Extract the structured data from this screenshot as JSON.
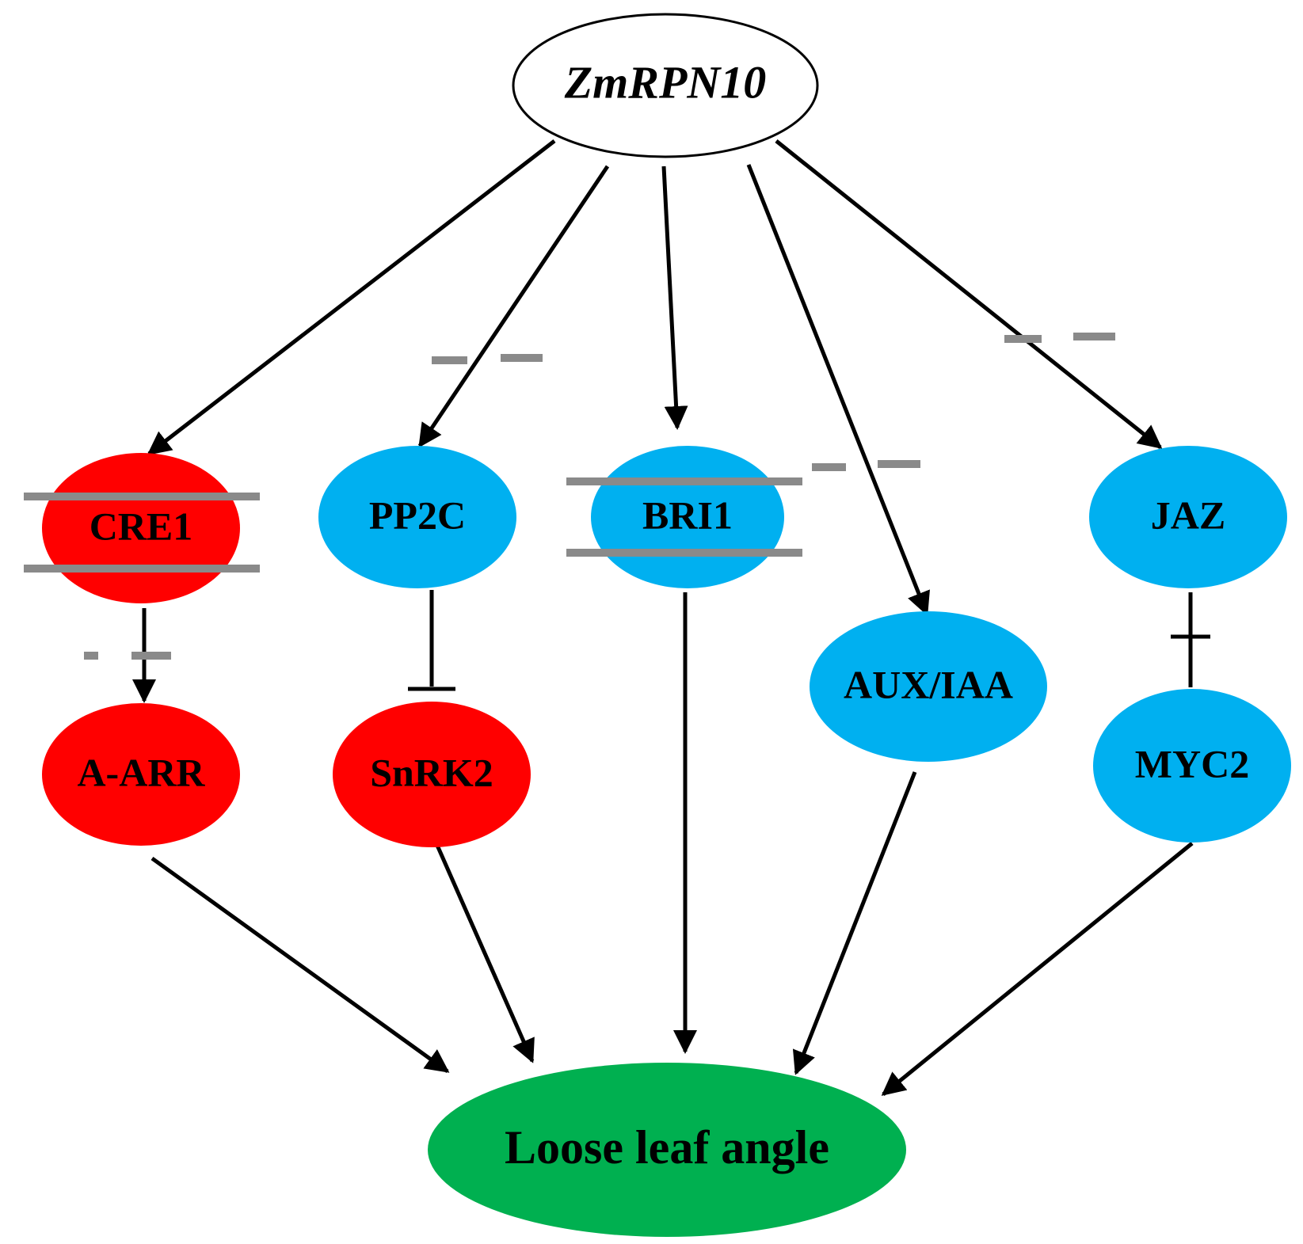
{
  "colors": {
    "upregulated": "#ff0000",
    "downregulated": "#00b0f0",
    "outcome": "#00b050",
    "root_fill": "#ffffff",
    "strike": "#8a8a8a",
    "edge": "#000000"
  },
  "nodes": {
    "root": {
      "label": "ZmRPN10"
    },
    "cre1": {
      "label": "CRE1"
    },
    "pp2c": {
      "label": "PP2C"
    },
    "bri1": {
      "label": "BRI1"
    },
    "jaz": {
      "label": "JAZ"
    },
    "a_arr": {
      "label": "A-ARR"
    },
    "snrk2": {
      "label": "SnRK2"
    },
    "aux_iaa": {
      "label": "AUX/IAA"
    },
    "myc2": {
      "label": "MYC2"
    },
    "outcome": {
      "label": "Loose leaf angle"
    }
  },
  "edges": [
    {
      "from": "ZmRPN10",
      "to": "CRE1",
      "type": "activation"
    },
    {
      "from": "ZmRPN10",
      "to": "PP2C",
      "type": "activation"
    },
    {
      "from": "ZmRPN10",
      "to": "BRI1",
      "type": "activation"
    },
    {
      "from": "ZmRPN10",
      "to": "AUX/IAA",
      "type": "activation"
    },
    {
      "from": "ZmRPN10",
      "to": "JAZ",
      "type": "activation"
    },
    {
      "from": "CRE1",
      "to": "A-ARR",
      "type": "activation"
    },
    {
      "from": "PP2C",
      "to": "SnRK2",
      "type": "inhibition"
    },
    {
      "from": "JAZ",
      "to": "MYC2",
      "type": "inhibition"
    },
    {
      "from": "A-ARR",
      "to": "Loose leaf angle",
      "type": "activation"
    },
    {
      "from": "SnRK2",
      "to": "Loose leaf angle",
      "type": "activation"
    },
    {
      "from": "BRI1",
      "to": "Loose leaf angle",
      "type": "activation"
    },
    {
      "from": "AUX/IAA",
      "to": "Loose leaf angle",
      "type": "activation"
    },
    {
      "from": "MYC2",
      "to": "Loose leaf angle",
      "type": "activation"
    }
  ]
}
